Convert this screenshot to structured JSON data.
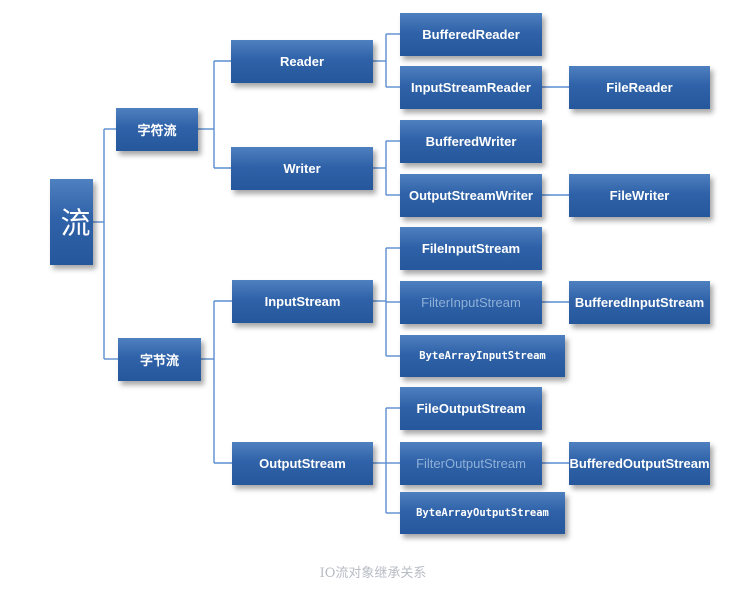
{
  "nodes": {
    "root": "流",
    "char_stream": "字符流",
    "byte_stream": "字节流",
    "reader": "Reader",
    "writer": "Writer",
    "input_stream": "InputStream",
    "output_stream": "OutputStream",
    "buffered_reader": "BufferedReader",
    "input_stream_reader": "InputStreamReader",
    "file_reader": "FileReader",
    "buffered_writer": "BufferedWriter",
    "output_stream_writer": "OutputStreamWriter",
    "file_writer": "FileWriter",
    "file_input_stream": "FileInputStream",
    "filter_input_stream": "FilterInputStream",
    "buffered_input_stream": "BufferedInputStream",
    "byte_array_input_stream": "ByteArrayInputStream",
    "file_output_stream": "FileOutputStream",
    "filter_output_stream": "FilterOutputStream",
    "buffered_output_stream": "BufferedOutputStream",
    "byte_array_output_stream": "ByteArrayOutputStream"
  },
  "caption": "IO流对象继承关系",
  "colors": {
    "node_fill": "#2f62a8",
    "connector": "#5a8dd0",
    "dim_text": "#8fb0d8",
    "caption": "#b7bcc4"
  }
}
